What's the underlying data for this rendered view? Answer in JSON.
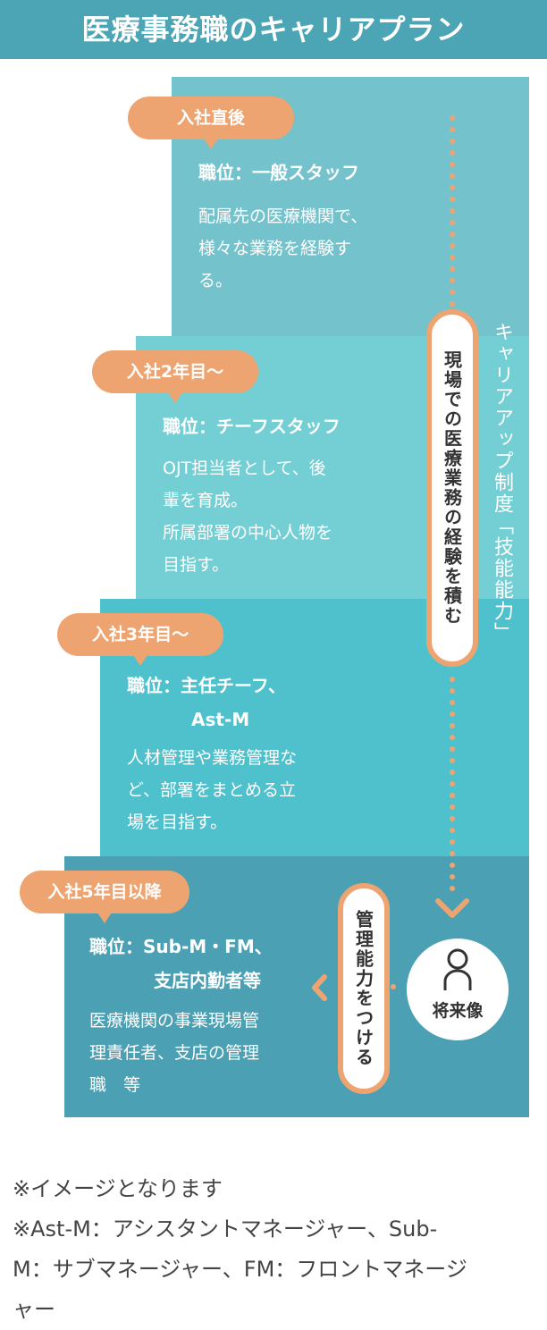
{
  "header": {
    "title": "医療事務職のキャリアプラン"
  },
  "stages": [
    {
      "badge": "入社直後",
      "position_label": "職位：一般スタッフ",
      "position_line2": "",
      "description": [
        "配属先の医療機関で、",
        "様々な業務を経験す",
        "る。"
      ]
    },
    {
      "badge": "入社2年目〜",
      "position_label": "職位：チーフスタッフ",
      "position_line2": "",
      "description": [
        "OJT担当者として、後",
        "輩を育成。",
        "所属部署の中心人物を",
        "目指す。"
      ]
    },
    {
      "badge": "入社3年目〜",
      "position_label": "職位：主任チーフ、",
      "position_line2": "Ast-M",
      "description": [
        "人材管理や業務管理な",
        "ど、部署をまとめる立",
        "場を目指す。"
      ]
    },
    {
      "badge": "入社5年目以降",
      "position_label": "職位：Sub-M・FM、",
      "position_line2": "支店内勤者等",
      "description": [
        "医療機関の事業現場管",
        "理責任者、支店の管理",
        "職　等"
      ]
    }
  ],
  "track_experience": "現場での医療業務の経験を積む",
  "track_management": "管理能力をつける",
  "career_system": "キャリアアップ制度「技能能力」",
  "future": {
    "label": "将来像",
    "icon": "person-icon"
  },
  "notes": [
    "※イメージとなります",
    "※Ast-M：アシスタントマネージャー、Sub-",
    "M：サブマネージャー、FM：フロントマネージ",
    "ャー"
  ],
  "colors": {
    "header": "#4ba5b5",
    "accent": "#eea470",
    "stage1": "#74c2cc",
    "stage2": "#74cfd5",
    "stage3": "#4fc1cd",
    "stage4": "#4ba0b3"
  }
}
